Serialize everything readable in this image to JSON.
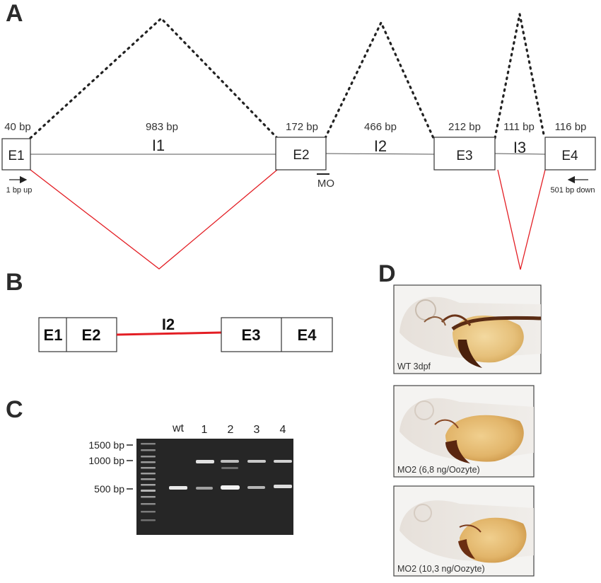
{
  "panels": {
    "a": "A",
    "b": "B",
    "c": "C",
    "d": "D"
  },
  "panel_a": {
    "exons": [
      {
        "label": "E1",
        "size": "40 bp"
      },
      {
        "label": "E2",
        "size": "172 bp"
      },
      {
        "label": "E3",
        "size": "212 bp"
      },
      {
        "label": "E4",
        "size": "116 bp"
      }
    ],
    "introns": [
      {
        "label": "I1",
        "size": "983 bp"
      },
      {
        "label": "I2",
        "size": "466 bp"
      },
      {
        "label": "I3",
        "size": "111 bp"
      }
    ],
    "morpholino_label": "MO",
    "primer_forward": "1 bp up",
    "primer_reverse": "501 bp down",
    "colors": {
      "mis_splice": "#e31e24",
      "normal_splice": "#222222"
    }
  },
  "panel_b": {
    "exons_left": [
      "E1",
      "E2"
    ],
    "intron": "I2",
    "exons_right": [
      "E3",
      "E4"
    ],
    "intron_color": "#e31e24"
  },
  "panel_c": {
    "markers": [
      "1500 bp",
      "1000 bp",
      "500 bp"
    ],
    "lanes": [
      "wt",
      "1",
      "2",
      "3",
      "4"
    ]
  },
  "panel_d": {
    "images": [
      {
        "caption": "WT 3dpf"
      },
      {
        "caption": "MO2 (6,8 ng/Oozyte)"
      },
      {
        "caption": "MO2 (10,3 ng/Oozyte)"
      }
    ]
  }
}
